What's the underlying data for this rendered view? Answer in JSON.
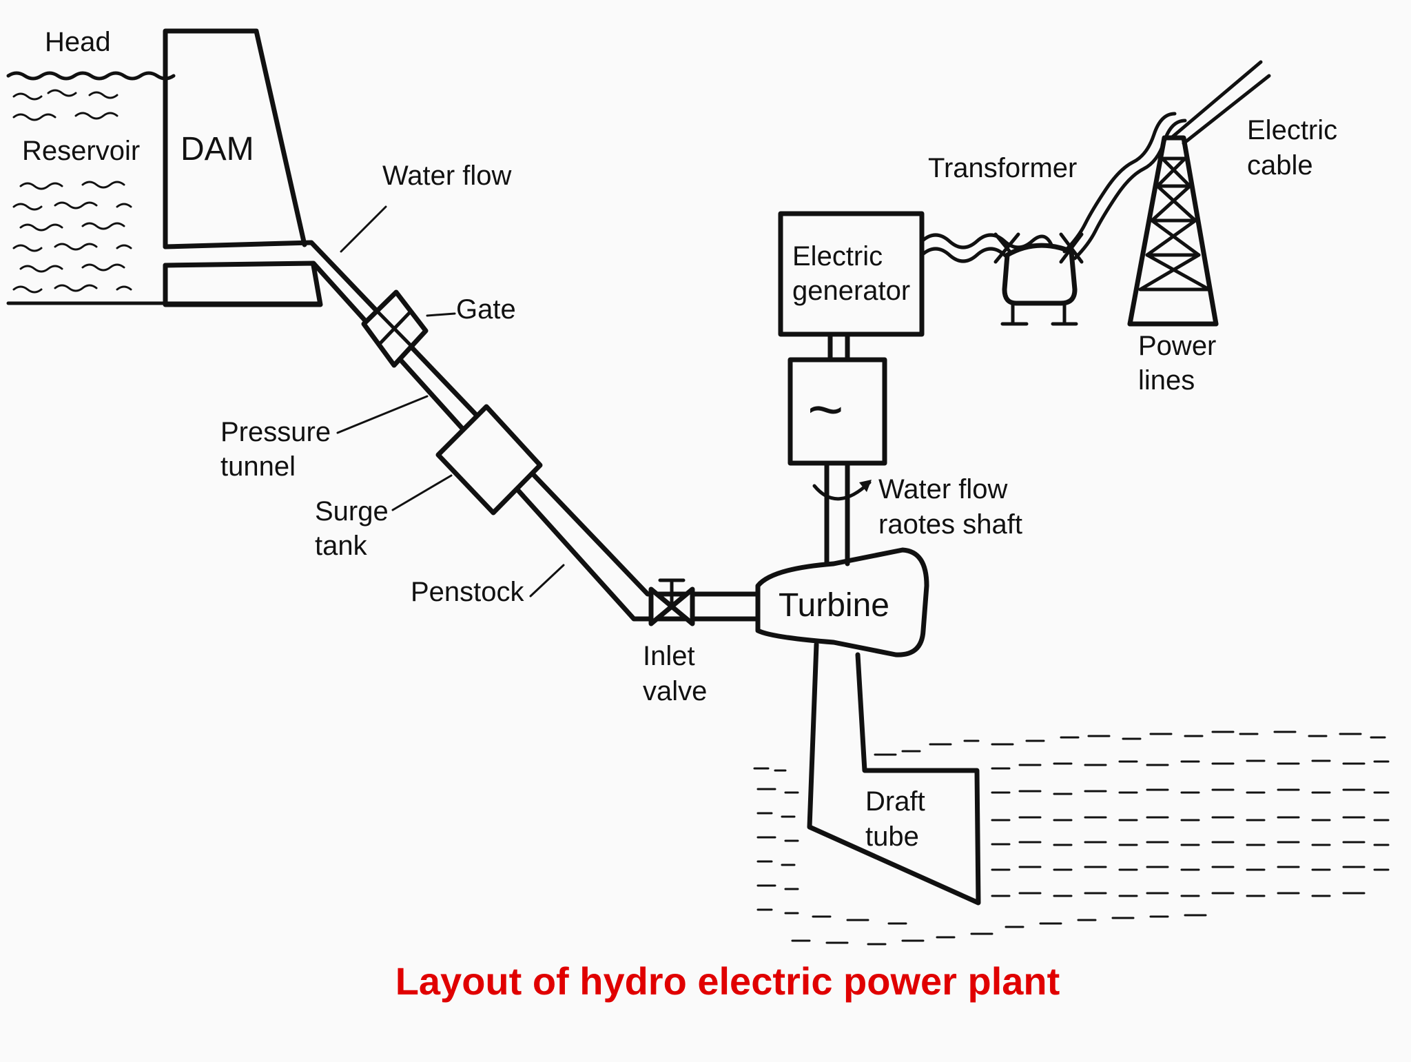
{
  "title": "Layout of hydro electric power plant",
  "colors": {
    "title": "#e00000",
    "ink": "#111111",
    "background": "#fafafa"
  },
  "labels": {
    "head": "Head",
    "reservoir": "Reservoir",
    "dam": "DAM",
    "water_flow": "Water flow",
    "gate": "Gate",
    "pressure_tunnel_1": "Pressure",
    "pressure_tunnel_2": "tunnel",
    "surge_tank_1": "Surge",
    "surge_tank_2": "tank",
    "penstock": "Penstock",
    "inlet_valve_1": "Inlet",
    "inlet_valve_2": "valve",
    "turbine": "Turbine",
    "shaft_1": "Water flow",
    "shaft_2": "raotes shaft",
    "generator_1": "Electric",
    "generator_2": "generator",
    "transformer": "Transformer",
    "electric_cable_1": "Electric",
    "electric_cable_2": "cable",
    "power_lines_1": "Power",
    "power_lines_2": "lines",
    "draft_tube_1": "Draft",
    "draft_tube_2": "tube",
    "ac_symbol": "~"
  }
}
